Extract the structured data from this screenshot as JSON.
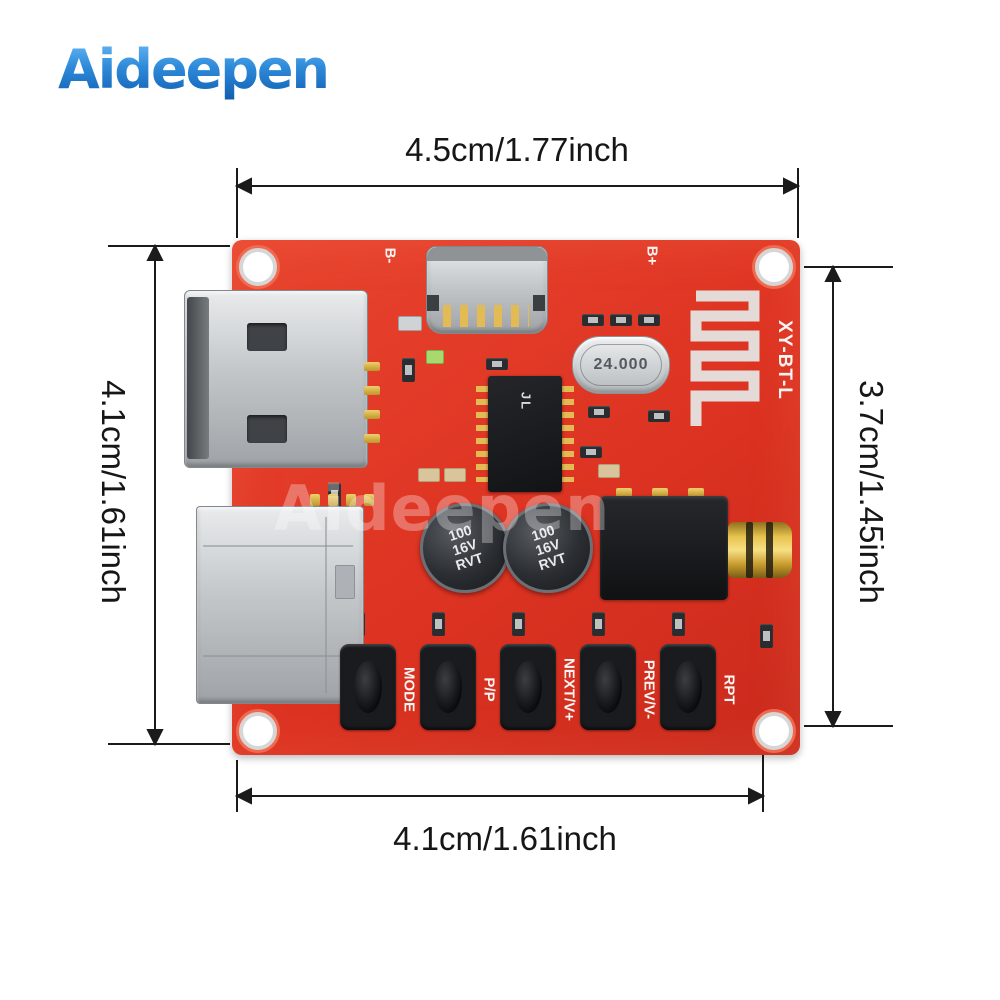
{
  "logo": {
    "text": "Aideepen"
  },
  "dimensions": {
    "top": "4.5cm/1.77inch",
    "left": "4.1cm/1.61inch",
    "right": "3.7cm/1.45inch",
    "bottom": "4.1cm/1.61inch"
  },
  "board": {
    "model": "XY-BT-L",
    "terminal_minus": "B-",
    "terminal_plus": "B+",
    "crystal": "24.000",
    "ic_text": "JL",
    "capacitor": {
      "line1": "100",
      "line2": "16V",
      "line3": "RVT"
    },
    "buttons": [
      {
        "label": "MODE"
      },
      {
        "label": "P/P"
      },
      {
        "label": "NEXT/V+"
      },
      {
        "label": "PREV/V-"
      },
      {
        "label": "RPT"
      }
    ],
    "watermark": "Aideepen"
  },
  "colors": {
    "board_red": "#dd3322",
    "logo_blue": "#2a86d8",
    "gold": "#d9a441",
    "dimension_line": "#1b1b1b"
  }
}
